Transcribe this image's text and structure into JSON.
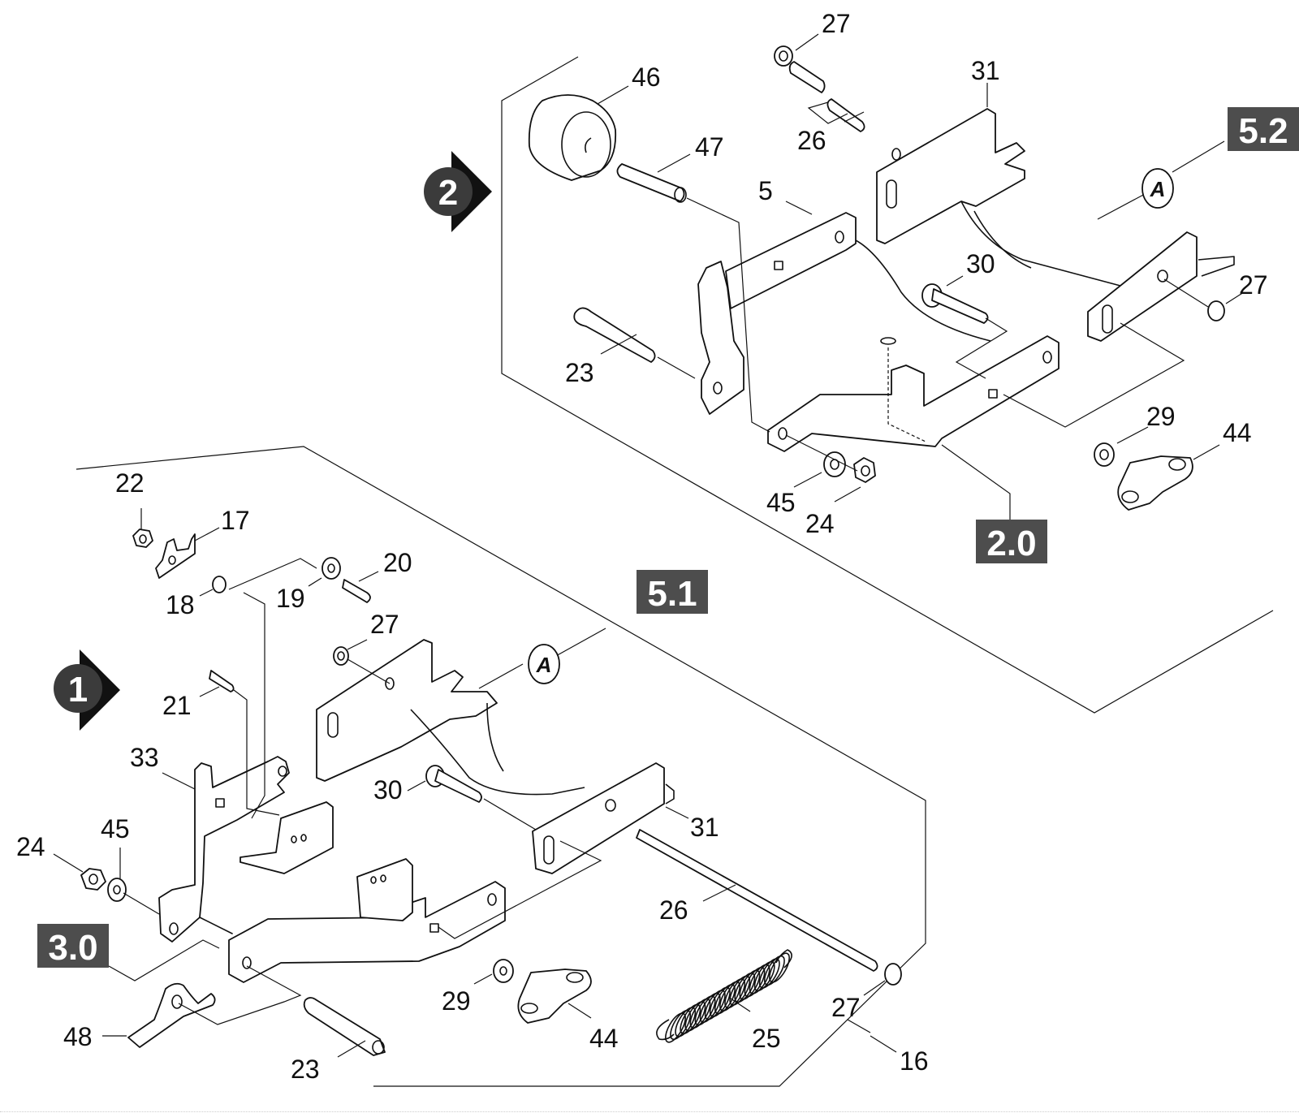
{
  "diagram": {
    "title": "Exploded parts diagram",
    "steps": [
      {
        "id": "step-2",
        "label": "2"
      },
      {
        "id": "step-1",
        "label": "1"
      }
    ],
    "section_badges": [
      {
        "id": "badge-5-2",
        "label": "5.2"
      },
      {
        "id": "badge-2-0",
        "label": "2.0"
      },
      {
        "id": "badge-5-1",
        "label": "5.1"
      },
      {
        "id": "badge-3-0",
        "label": "3.0"
      }
    ],
    "reference_markers": [
      {
        "id": "ref-a-upper",
        "label": "A"
      },
      {
        "id": "ref-a-lower",
        "label": "A"
      }
    ],
    "upper_assembly_labels": [
      {
        "part": "27",
        "desc": "lock-washer"
      },
      {
        "part": "31",
        "desc": "bracket"
      },
      {
        "part": "46",
        "desc": "roller"
      },
      {
        "part": "26",
        "desc": "shaft-split"
      },
      {
        "part": "47",
        "desc": "pin"
      },
      {
        "part": "5",
        "desc": "frame"
      },
      {
        "part": "30",
        "desc": "bolt"
      },
      {
        "part": "27",
        "desc": "cap"
      },
      {
        "part": "23",
        "desc": "bolt"
      },
      {
        "part": "29",
        "desc": "washer"
      },
      {
        "part": "44",
        "desc": "bearing-block"
      },
      {
        "part": "45",
        "desc": "washer"
      },
      {
        "part": "24",
        "desc": "nut"
      }
    ],
    "lower_assembly_labels": [
      {
        "part": "22",
        "desc": "nut"
      },
      {
        "part": "17",
        "desc": "latch-plate"
      },
      {
        "part": "20",
        "desc": "screw"
      },
      {
        "part": "19",
        "desc": "washer"
      },
      {
        "part": "18",
        "desc": "spacer"
      },
      {
        "part": "27",
        "desc": "lock-washer"
      },
      {
        "part": "21",
        "desc": "pin"
      },
      {
        "part": "33",
        "desc": "bracket"
      },
      {
        "part": "30",
        "desc": "bolt"
      },
      {
        "part": "31",
        "desc": "bracket"
      },
      {
        "part": "24",
        "desc": "nut"
      },
      {
        "part": "45",
        "desc": "washer"
      },
      {
        "part": "26",
        "desc": "shaft"
      },
      {
        "part": "29",
        "desc": "washer"
      },
      {
        "part": "27",
        "desc": "cap"
      },
      {
        "part": "48",
        "desc": "latch"
      },
      {
        "part": "44",
        "desc": "bearing-block"
      },
      {
        "part": "25",
        "desc": "spring"
      },
      {
        "part": "23",
        "desc": "bolt"
      },
      {
        "part": "16",
        "desc": "assembly"
      }
    ],
    "colors": {
      "badge_bg": "#4d4d4d",
      "step_circle": "#3b3b3b",
      "line": "#111111"
    }
  }
}
